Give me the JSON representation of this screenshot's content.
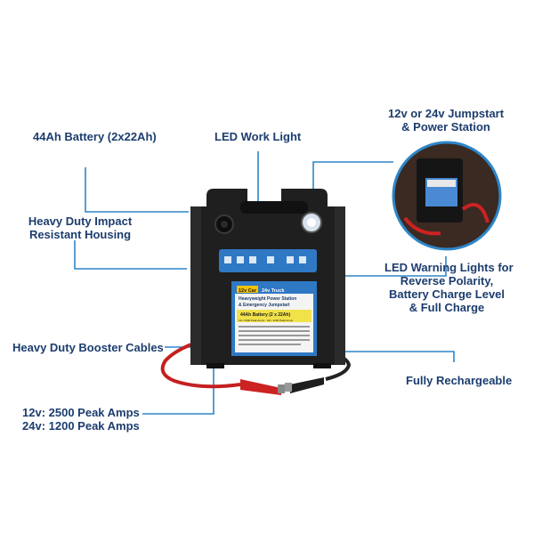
{
  "callouts": {
    "battery": "44Ah Battery (2x22Ah)",
    "work_light": "LED Work Light",
    "jumpstart_line1": "12v or 24v Jumpstart",
    "jumpstart_line2": "& Power Station",
    "housing_line1": "Heavy Duty Impact",
    "housing_line2": "Resistant Housing",
    "warning_line1": "LED Warning Lights for",
    "warning_line2": "Reverse Polarity,",
    "warning_line3": "Battery Charge Level",
    "warning_line4": "& Full Charge",
    "cables": "Heavy Duty Booster Cables",
    "rechargeable": "Fully Rechargeable",
    "amps_line1": "12v: 2500 Peak Amps",
    "amps_line2": "24v: 1200 Peak Amps"
  },
  "device_label": {
    "badge_car": "12v Car",
    "badge_truck": "24v Truck",
    "title_line1": "Heavyweight Power Station",
    "title_line2": "& Emergency Jumpstart",
    "battery_line1": "44Ah Battery (2 x 22Ah)",
    "battery_line2": "12v: 2500 Peak Amps · 24v: 1200 Peak Amps"
  },
  "colors": {
    "callout_text": "#1c3d6e",
    "leader_line": "#2e86c8",
    "housing": "#1e1e1e",
    "label_panel": "#2f78c4",
    "clamp_red": "#cc2222"
  }
}
